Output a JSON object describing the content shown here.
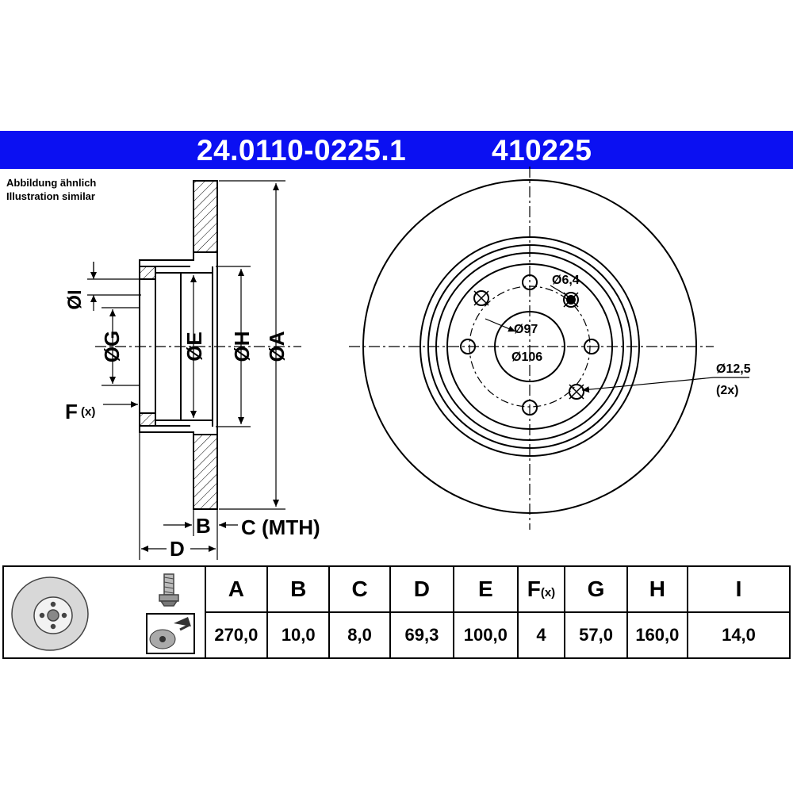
{
  "header": {
    "part_number": "24.0110-0225.1",
    "ref_number": "410225",
    "bar_color": "#0b10f2"
  },
  "note": {
    "line_de": "Abbildung ähnlich",
    "line_en": "Illustration similar"
  },
  "side_view": {
    "label_I": "ØI",
    "label_G": "ØG",
    "label_E": "ØE",
    "label_H": "ØH",
    "label_A": "ØA",
    "label_F": "F",
    "label_F_sub": "(x)",
    "label_B": "B",
    "label_C": "C (MTH)",
    "label_D": "D"
  },
  "front_view": {
    "label_bolt_hole": "Ø6,4",
    "label_center": "Ø97",
    "label_pcd": "Ø106",
    "label_thread": "Ø12,5",
    "label_thread_count": "(2x)"
  },
  "table": {
    "icons": [
      "brake-disc-icon",
      "bolt-icon",
      "hub-assembly-icon"
    ],
    "columns": [
      {
        "key": "A",
        "label": "A",
        "value": "270,0"
      },
      {
        "key": "B",
        "label": "B",
        "value": "10,0"
      },
      {
        "key": "C",
        "label": "C",
        "value": "8,0"
      },
      {
        "key": "D",
        "label": "D",
        "value": "69,3"
      },
      {
        "key": "E",
        "label": "E",
        "value": "100,0"
      },
      {
        "key": "F",
        "label": "F",
        "label_sub": "(x)",
        "value": "4"
      },
      {
        "key": "G",
        "label": "G",
        "value": "57,0"
      },
      {
        "key": "H",
        "label": "H",
        "value": "160,0"
      },
      {
        "key": "I",
        "label": "I",
        "value": "14,0"
      }
    ]
  }
}
